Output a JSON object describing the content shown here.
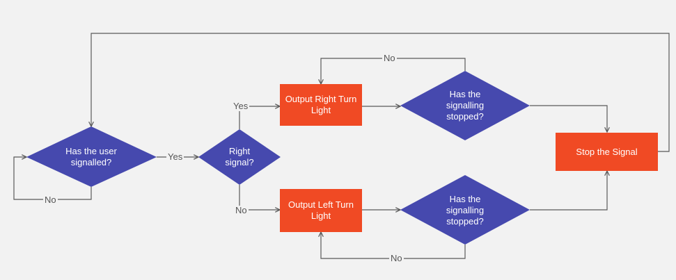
{
  "colors": {
    "process": "#f04a24",
    "decision": "#4649ae",
    "connector": "#595959",
    "background": "#f2f2f2"
  },
  "nodes": {
    "user_signalled": "Has the user signalled?",
    "right_signal": "Right signal?",
    "output_right": "Output Right Turn Light",
    "output_left": "Output Left Turn Light",
    "stopped_top": "Has the signalling stopped?",
    "stopped_bottom": "Has the signalling stopped?",
    "stop_signal": "Stop the Signal"
  },
  "edges": {
    "no_loop_user": "No",
    "yes_user_to_right": "Yes",
    "yes_right_to_output_right": "Yes",
    "no_right_to_output_left": "No",
    "no_loop_top": "No",
    "no_loop_bottom": "No"
  }
}
